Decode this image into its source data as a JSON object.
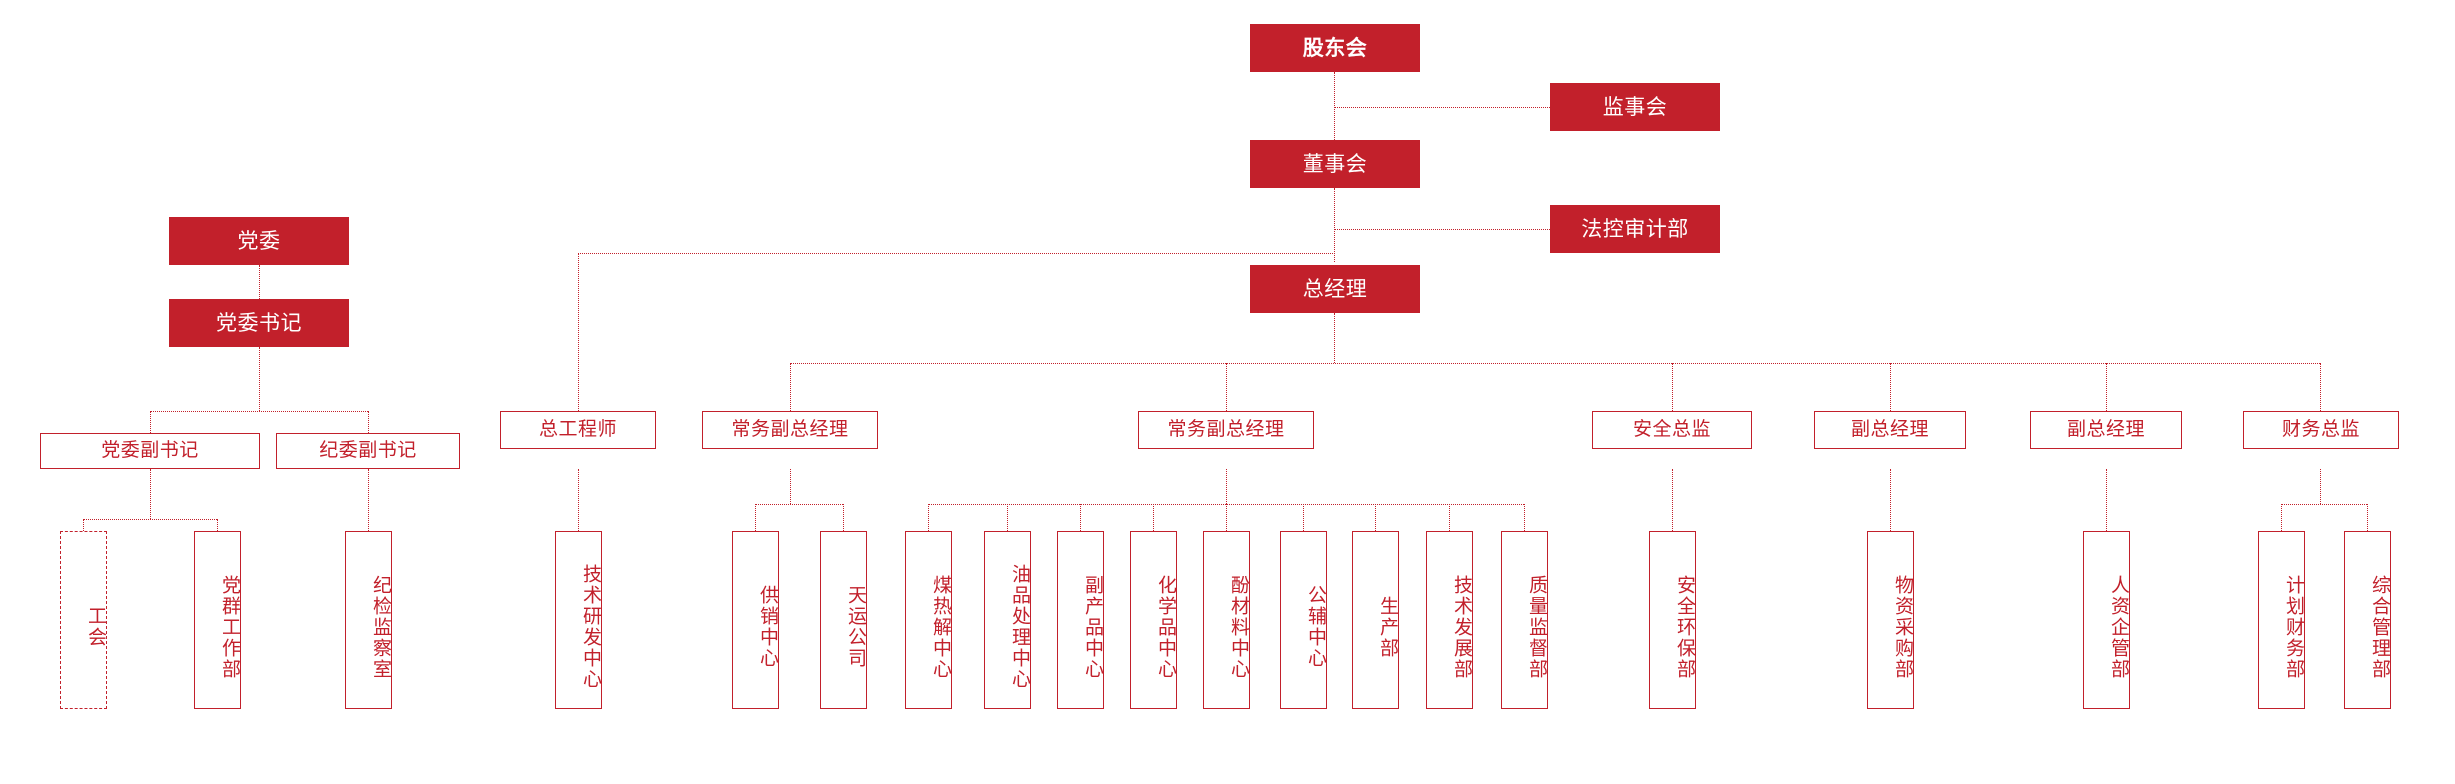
{
  "chart_title": "",
  "theme": {
    "brand_red": "#C2202B",
    "box_fill": "#C2202B",
    "box_text_on_fill": "#FFFFFF",
    "outline_text": "#C2202B",
    "background": "#FFFFFF",
    "connector_style": "dotted"
  },
  "nodes": {
    "shareholders_meeting": "股东会",
    "board_of_supervisors": "监事会",
    "board_of_directors": "董事会",
    "legal_audit_dept": "法控审计部",
    "general_manager": "总经理",
    "party_committee": "党委",
    "party_secretary": "党委书记",
    "deputy_party_secretary": "党委副书记",
    "deputy_discipline_secretary": "纪委副书记",
    "labor_union": "工会",
    "party_mass_work_dept": "党群工作部",
    "discipline_inspection_office": "纪检监察室",
    "chief_engineer": "总工程师",
    "tech_rd_center": "技术研发中心",
    "exec_deputy_gm_1": "常务副总经理",
    "supply_marketing_center": "供销中心",
    "tianyun_company": "天运公司",
    "exec_deputy_gm_2": "常务副总经理",
    "coal_pyrolysis_center": "煤热解中心",
    "oil_processing_center": "油品处理中心",
    "byproduct_center": "副产品中心",
    "chemicals_center": "化学品中心",
    "phenol_material_center": "酚材料中心",
    "utilities_center": "公辅中心",
    "production_dept": "生产部",
    "tech_development_dept": "技术发展部",
    "quality_supervision_dept": "质量监督部",
    "safety_director": "安全总监",
    "safety_environment_dept": "安全环保部",
    "deputy_gm_1": "副总经理",
    "material_procurement_dept": "物资采购部",
    "deputy_gm_2": "副总经理",
    "hr_enterprise_mgmt_dept": "人资企管部",
    "finance_director": "财务总监",
    "planning_finance_dept": "计划财务部",
    "general_management_dept": "综合管理部"
  },
  "hierarchy": {
    "root": "股东会",
    "levels": [
      {
        "level": 1,
        "items": [
          "股东会"
        ]
      },
      {
        "level": 2,
        "items": [
          "监事会",
          "董事会"
        ]
      },
      {
        "level": 3,
        "items": [
          "法控审计部",
          "总经理"
        ]
      },
      {
        "level": 4,
        "items": [
          "总工程师",
          "常务副总经理",
          "常务副总经理",
          "安全总监",
          "副总经理",
          "副总经理",
          "财务总监"
        ]
      },
      {
        "level": 5,
        "items": [
          "技术研发中心",
          "供销中心",
          "天运公司",
          "煤热解中心",
          "油品处理中心",
          "副产品中心",
          "化学品中心",
          "酚材料中心",
          "公辅中心",
          "生产部",
          "技术发展部",
          "质量监督部",
          "安全环保部",
          "物资采购部",
          "人资企管部",
          "计划财务部",
          "综合管理部"
        ]
      }
    ],
    "party_branch": [
      {
        "level": 1,
        "items": [
          "党委"
        ]
      },
      {
        "level": 2,
        "items": [
          "党委书记"
        ]
      },
      {
        "level": 3,
        "items": [
          "党委副书记",
          "纪委副书记"
        ]
      },
      {
        "level": 4,
        "items": [
          "工会",
          "党群工作部",
          "纪检监察室"
        ]
      }
    ]
  }
}
